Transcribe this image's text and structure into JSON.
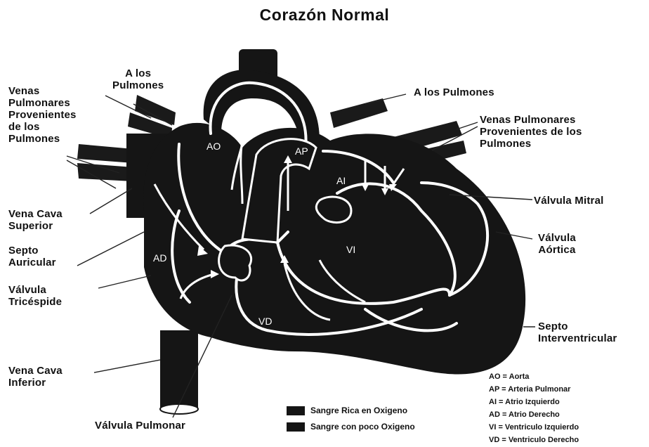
{
  "title": "Corazón Normal",
  "labels": {
    "a_los_pulmones_left": "A los\nPulmones",
    "venas_pulmonares_left": "Venas\nPulmonares\nProvenientes\nde los\nPulmones",
    "a_los_pulmones_right": "A los Pulmones",
    "venas_pulmonares_right": "Venas Pulmonares\nProvenientes de los\nPulmones",
    "valvula_mitral": "Válvula Mitral",
    "valvula_aortica": "Válvula\nAórtica",
    "vena_cava_superior": "Vena Cava\nSuperior",
    "septo_auricular": "Septo\nAuricular",
    "valvula_tricuspide": "Válvula\nTricéspide",
    "septo_interventricular": "Septo\nInterventricular",
    "vena_cava_inferior": "Vena Cava\nInferior",
    "valvula_pulmonar": "Válvula Pulmonar"
  },
  "chambers": {
    "ao": "AO",
    "ap": "AP",
    "ai": "AI",
    "ad": "AD",
    "vi": "VI",
    "vd": "VD"
  },
  "legend": [
    {
      "label": "Sangre Rica en Oxigeno",
      "color": "#151515"
    },
    {
      "label": "Sangre con poco Oxigeno",
      "color": "#151515"
    }
  ],
  "abbreviations": [
    "AO = Aorta",
    "AP = Arteria Pulmonar",
    "AI = Atrio Izquierdo",
    "AD = Atrio Derecho",
    "VI = Ventriculo Izquierdo",
    "VD = Ventriculo Derecho"
  ]
}
